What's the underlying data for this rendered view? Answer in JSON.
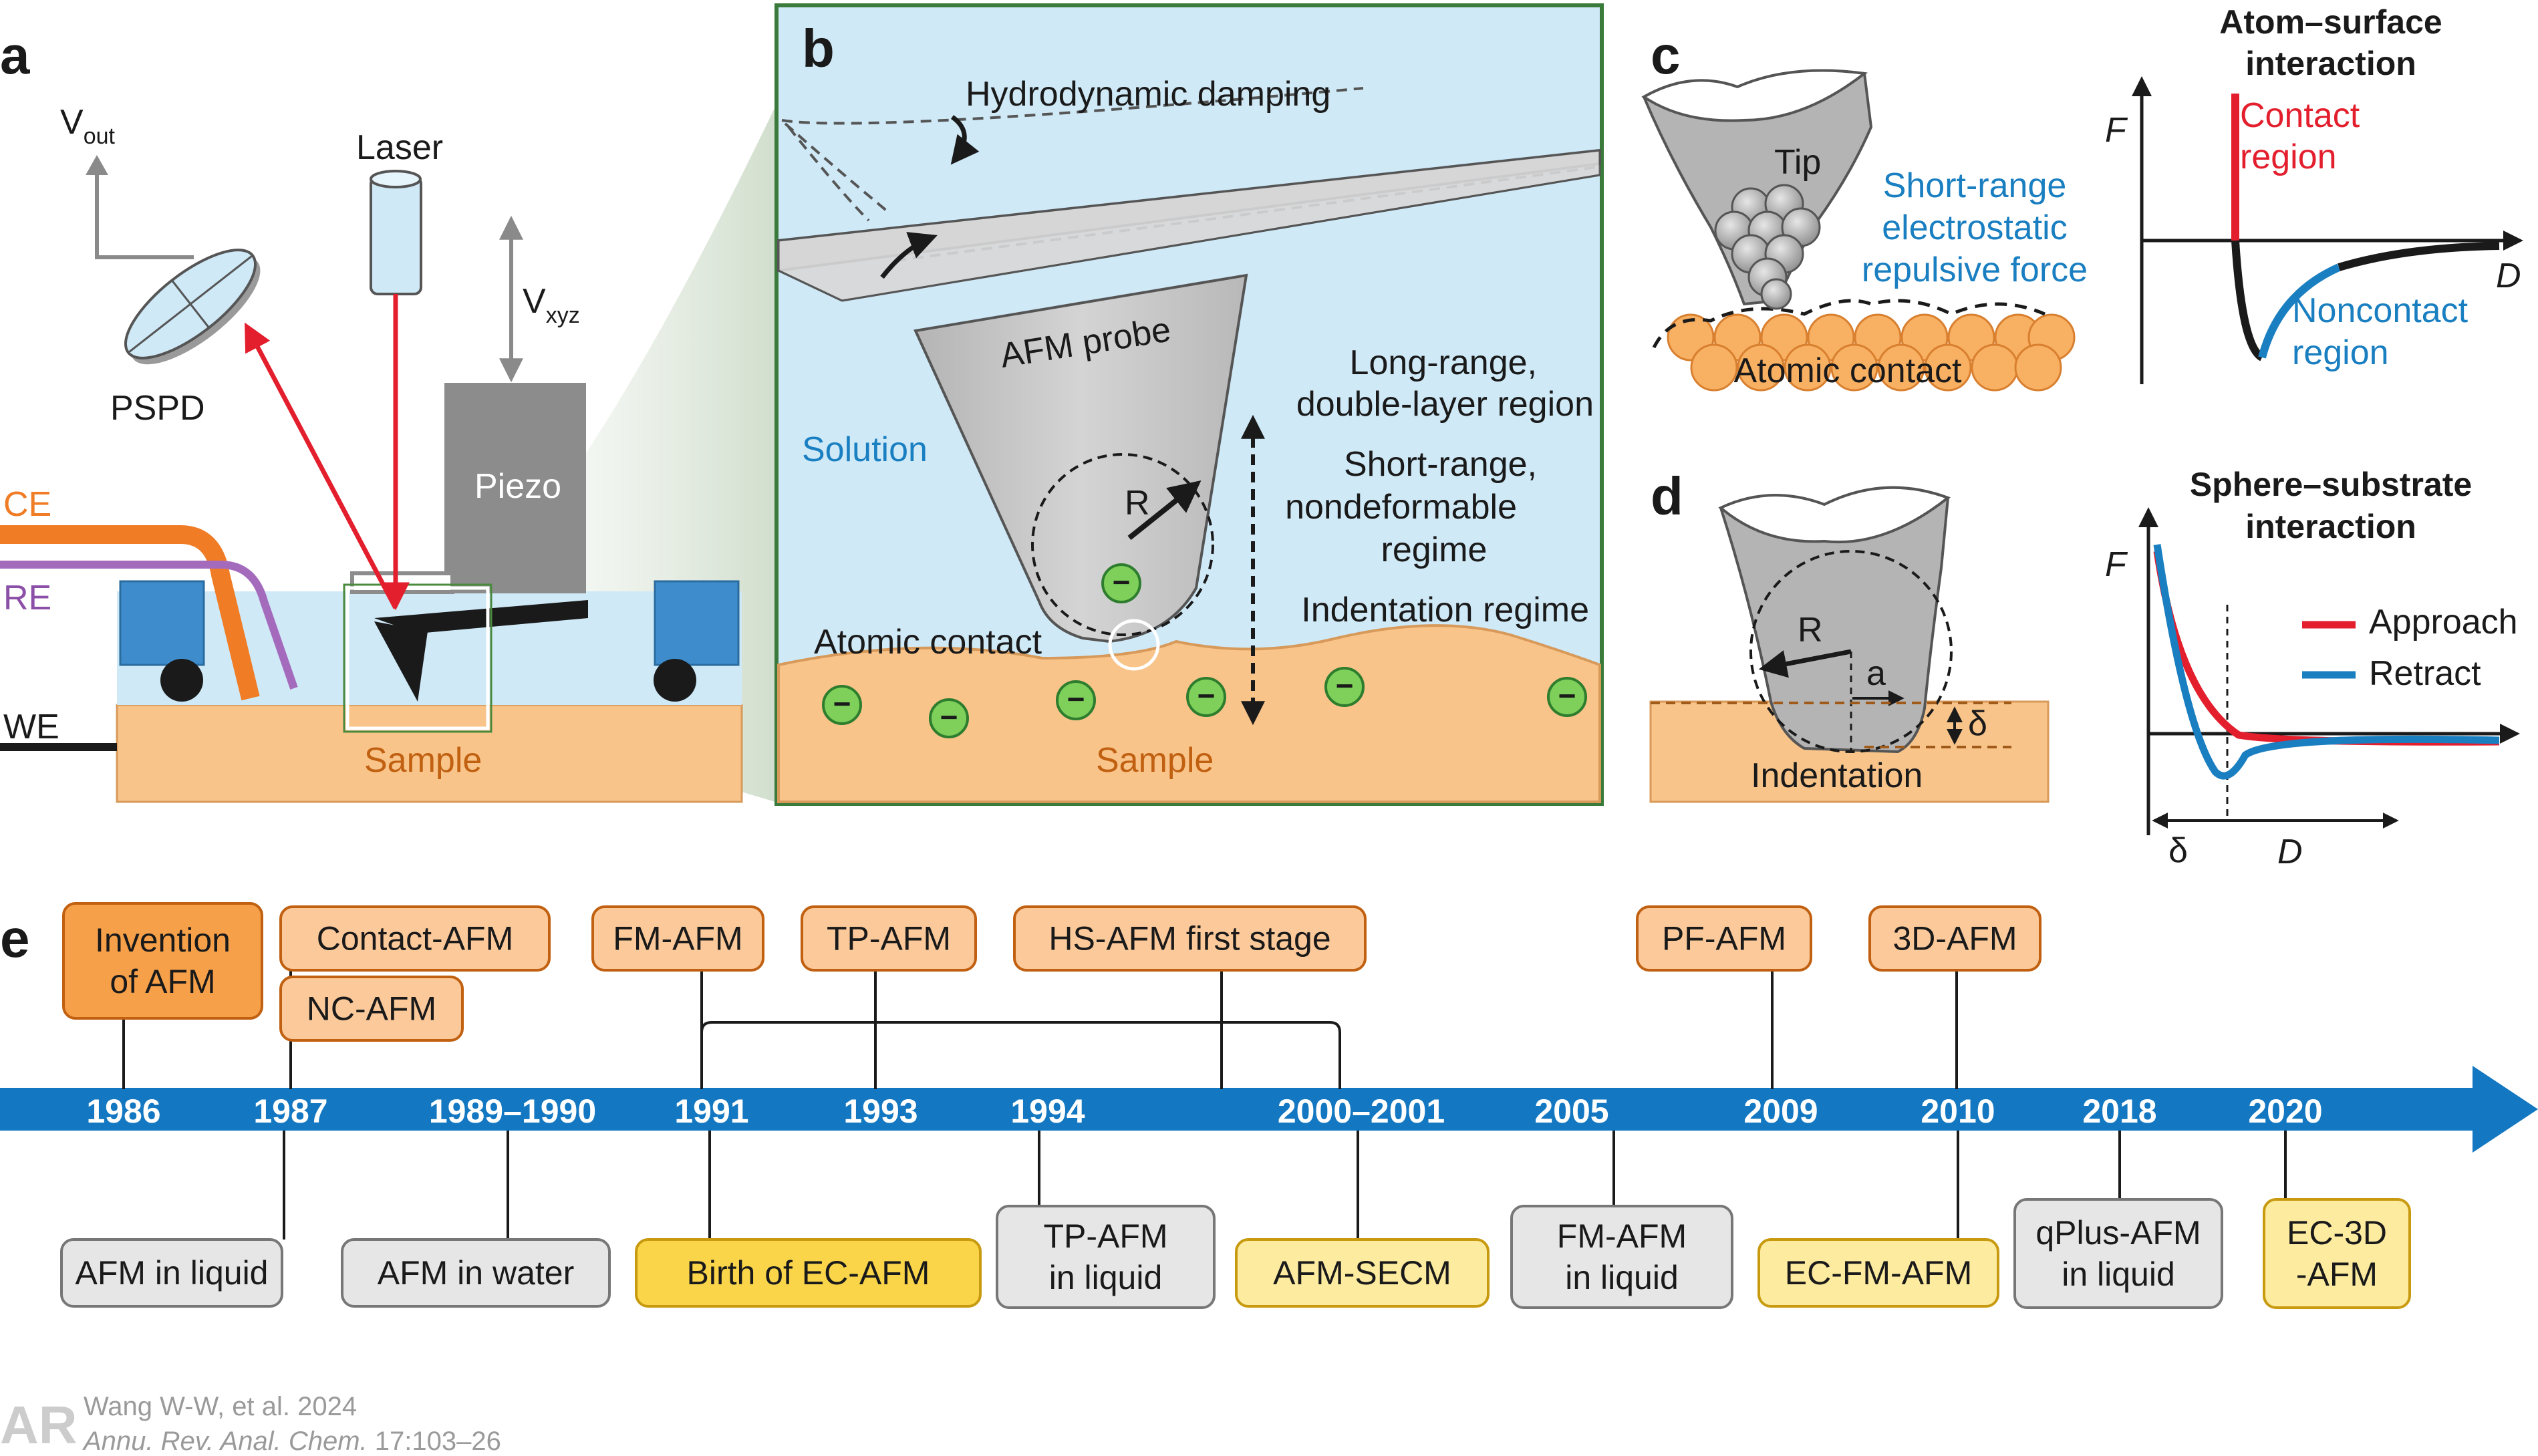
{
  "panels": {
    "a": {
      "letter": "a",
      "vout": "V",
      "vout_sub": "out",
      "laser": "Laser",
      "vxyz": "V",
      "vxyz_sub": "xyz",
      "pspd": "PSPD",
      "piezo": "Piezo",
      "ce": "CE",
      "re": "RE",
      "we": "WE",
      "sample": "Sample"
    },
    "b": {
      "letter": "b",
      "hydro": "Hydrodynamic damping",
      "probe": "AFM probe",
      "solution": "Solution",
      "long1": "Long-range,",
      "long2": "double-layer region",
      "short1": "Short-range,",
      "short2": "nondeformable",
      "short3": "regime",
      "indent": "Indentation regime",
      "atomic": "Atomic contact",
      "r": "R",
      "sample": "Sample",
      "minus": "−"
    },
    "c": {
      "letter": "c",
      "tip": "Tip",
      "sr1": "Short-range",
      "sr2": "electrostatic",
      "sr3": "repulsive force",
      "atomic": "Atomic contact",
      "head1": "Atom–surface",
      "head2": "interaction",
      "f": "F",
      "d": "D",
      "contact1": "Contact",
      "contact2": "region",
      "non1": "Noncontact",
      "non2": "region"
    },
    "d": {
      "letter": "d",
      "r": "R",
      "a": "a",
      "delta": "δ",
      "indentation": "Indentation",
      "head1": "Sphere–substrate",
      "head2": "interaction",
      "f": "F",
      "d": "D",
      "approach": "Approach",
      "retract": "Retract",
      "delta2": "δ"
    },
    "e": {
      "letter": "e"
    }
  },
  "colors": {
    "solution": "#cfe9f7",
    "sample": "#f8c48a",
    "tip": "#c8c8c8",
    "timeline": "#1378c1",
    "approach": "#e31e2d",
    "retract": "#1a7fc1",
    "box_orange": "#f7a04a",
    "box_peach": "#fbc99a",
    "box_gray": "#e6e6e6",
    "box_yellow_dark": "#fad54a",
    "box_yellow_light": "#fdeba0"
  },
  "timeline": {
    "years": [
      "1986",
      "1987",
      "1989–1990",
      "1991",
      "1993",
      "1994",
      "2000–2001",
      "2005",
      "2009",
      "2010",
      "2018",
      "2020"
    ],
    "top": [
      {
        "lines": [
          "Invention",
          "of AFM"
        ],
        "style": "orange"
      },
      {
        "lines": [
          "Contact-AFM"
        ],
        "style": "peach"
      },
      {
        "lines": [
          "NC-AFM"
        ],
        "style": "peach"
      },
      {
        "lines": [
          "FM-AFM"
        ],
        "style": "peach"
      },
      {
        "lines": [
          "TP-AFM"
        ],
        "style": "peach"
      },
      {
        "lines": [
          "HS-AFM first stage"
        ],
        "style": "peach"
      },
      {
        "lines": [
          "PF-AFM"
        ],
        "style": "peach"
      },
      {
        "lines": [
          "3D-AFM"
        ],
        "style": "peach"
      }
    ],
    "bottom": [
      {
        "lines": [
          "AFM in liquid"
        ],
        "style": "gray"
      },
      {
        "lines": [
          "AFM in water"
        ],
        "style": "gray"
      },
      {
        "lines": [
          "Birth of EC-AFM"
        ],
        "style": "yellow_dark"
      },
      {
        "lines": [
          "TP-AFM",
          "in liquid"
        ],
        "style": "gray"
      },
      {
        "lines": [
          "AFM-SECM"
        ],
        "style": "yellow_light"
      },
      {
        "lines": [
          "FM-AFM",
          "in liquid"
        ],
        "style": "gray"
      },
      {
        "lines": [
          "EC-FM-AFM"
        ],
        "style": "yellow_light"
      },
      {
        "lines": [
          "qPlus-AFM",
          "in liquid"
        ],
        "style": "gray"
      },
      {
        "lines": [
          "EC-3D",
          "-AFM"
        ],
        "style": "yellow_light"
      }
    ]
  },
  "credit": {
    "line1": "Wang W-W, et al. 2024",
    "journal": "Annu. Rev. Anal. Chem.",
    "volume": "17:103–26"
  }
}
